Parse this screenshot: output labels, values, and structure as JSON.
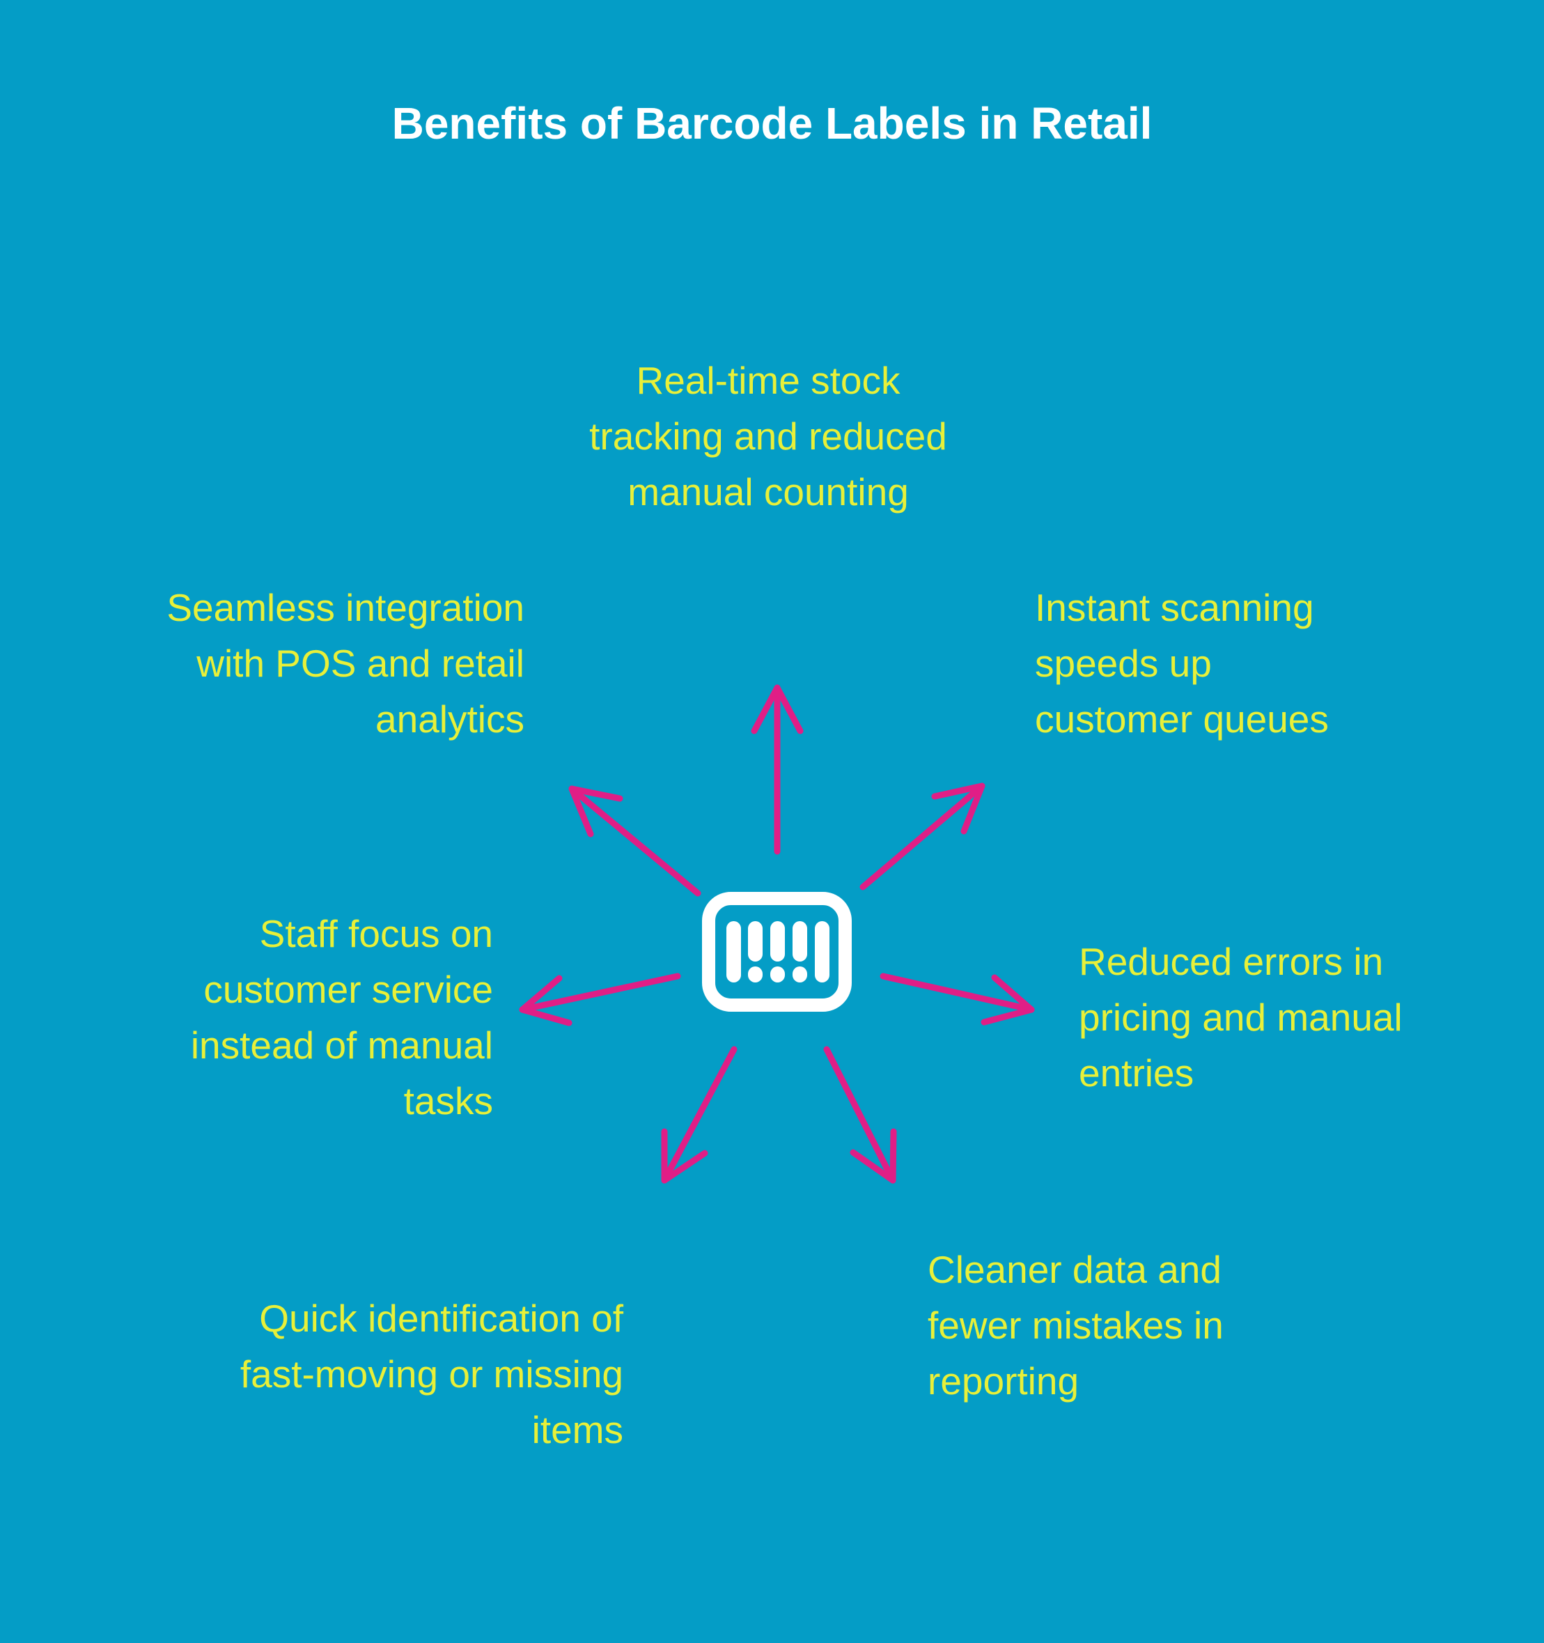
{
  "title": "Benefits of Barcode Labels in Retail",
  "palette": {
    "background": "#049DC6",
    "title_color": "#FFFFFF",
    "label_color": "#E8F039",
    "arrow_color": "#E01E86",
    "icon_color": "#FFFFFF"
  },
  "icons": {
    "center": "barcode-icon"
  },
  "benefits": [
    {
      "position": "top",
      "text": "Real-time stock\ntracking and reduced\nmanual counting"
    },
    {
      "position": "upper-left",
      "text": "Seamless integration\nwith POS and retail\nanalytics"
    },
    {
      "position": "upper-right",
      "text": "Instant scanning\nspeeds up\ncustomer queues"
    },
    {
      "position": "middle-left",
      "text": "Staff focus on\ncustomer service\ninstead of manual\ntasks"
    },
    {
      "position": "middle-right",
      "text": "Reduced errors in\npricing and manual\nentries"
    },
    {
      "position": "lower-left",
      "text": "Quick identification of\nfast-moving or missing\nitems"
    },
    {
      "position": "lower-right",
      "text": "Cleaner data and\nfewer mistakes in\nreporting"
    }
  ]
}
